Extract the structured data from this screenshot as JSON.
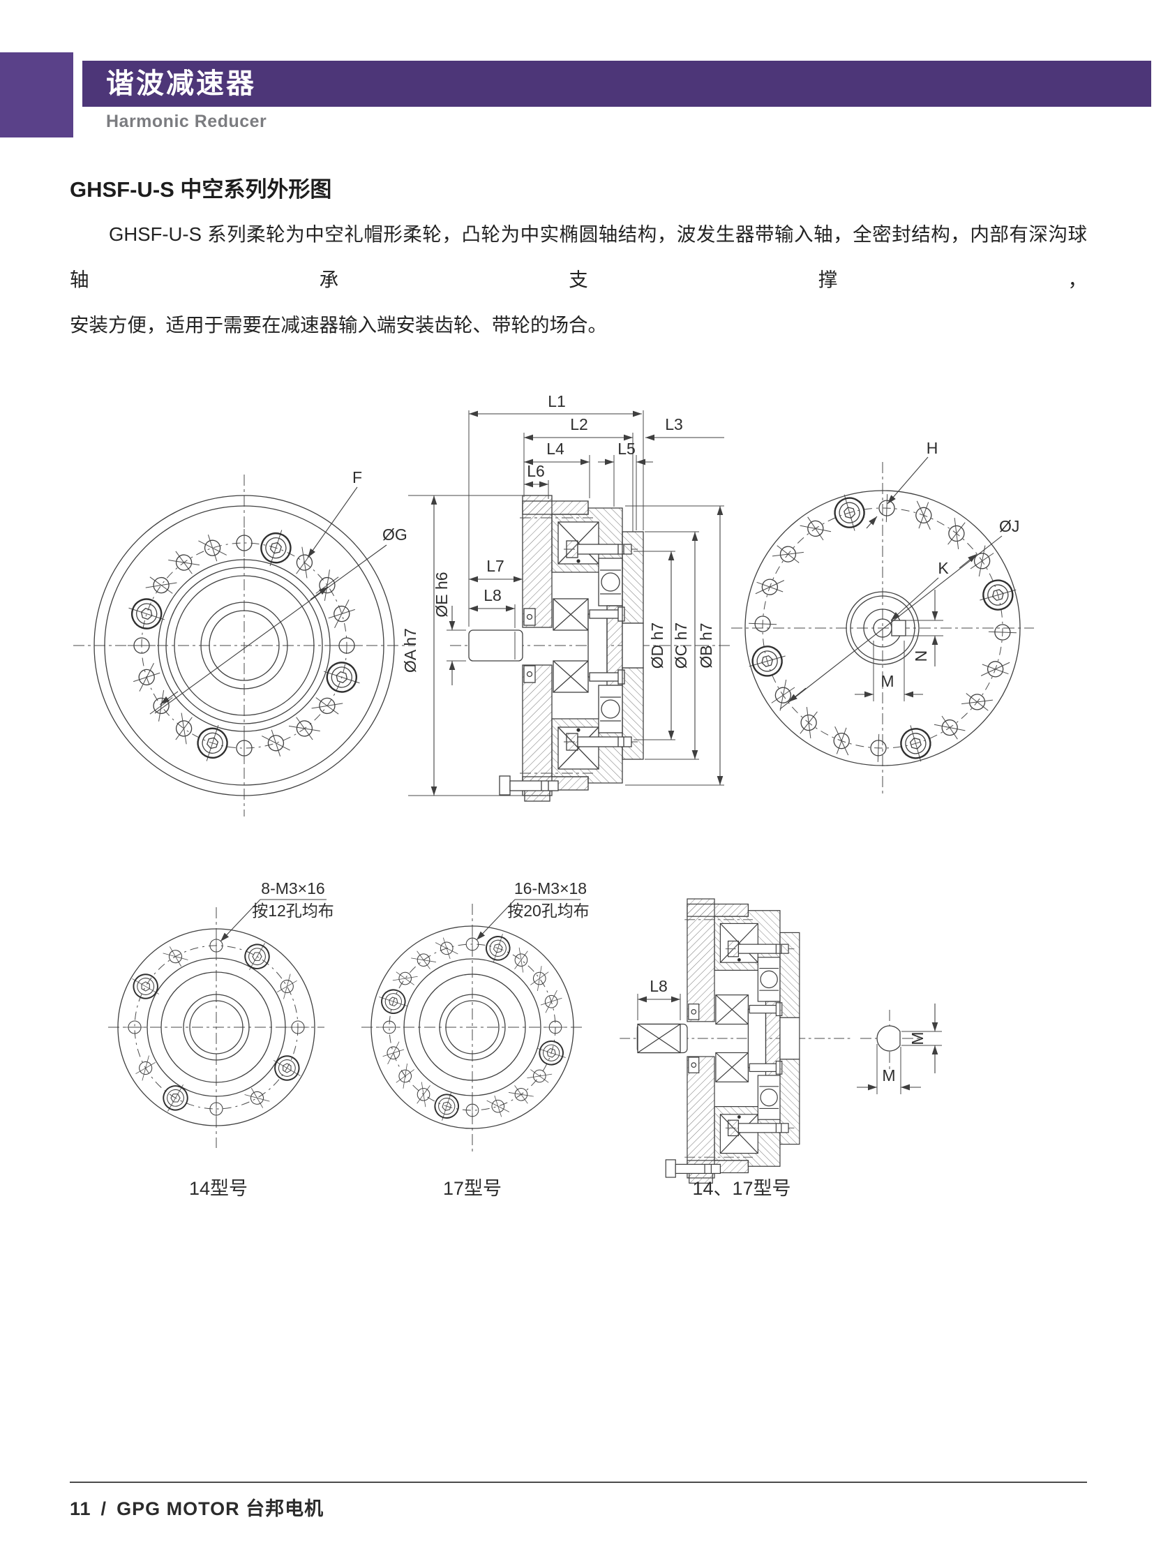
{
  "header": {
    "title_zh": "谐波减速器",
    "title_en": "Harmonic Reducer"
  },
  "section_title": "GHSF-U-S 中空系列外形图",
  "intro": {
    "line1": "GHSF-U-S 系列柔轮为中空礼帽形柔轮，凸轮为中实椭圆轴结构，波发生器带输入轴，全密封结构，内部有深沟球轴承支撑，",
    "line2": "安装方便，适用于需要在减速器输入端安装齿轮、带轮的场合。"
  },
  "views": {
    "front": {
      "label_f": "F",
      "label_g": "ØG",
      "label_a": "ØA h7"
    },
    "section": {
      "l1": "L1",
      "l2": "L2",
      "l3": "L3",
      "l4": "L4",
      "l5": "L5",
      "l6": "L6",
      "l7": "L7",
      "l8": "L8",
      "dia_e": "ØE h6",
      "dia_d": "ØD h7",
      "dia_c": "ØC h7",
      "dia_b": "ØB h7"
    },
    "rear": {
      "label_h": "H",
      "label_j": "ØJ",
      "label_k": "K",
      "label_n": "N",
      "label_m": "M"
    },
    "model14": {
      "callout1": "8-M3×16",
      "callout2": "按12孔均布",
      "caption": "14型号"
    },
    "model17": {
      "callout1": "16-M3×18",
      "callout2": "按20孔均布",
      "caption": "17型号"
    },
    "side1417": {
      "l8": "L8",
      "caption": "14、17型号"
    },
    "shaft_detail": {
      "m_vertical": "M",
      "m_horizontal": "M"
    }
  },
  "footer": {
    "page_no": "11",
    "separator": "/",
    "brand": "GPG MOTOR 台邦电机"
  },
  "colors": {
    "band": "#4d3678",
    "side_bar": "#5a4189",
    "subtitle_gray": "#7b7c80",
    "line": "#3f3f3f"
  }
}
